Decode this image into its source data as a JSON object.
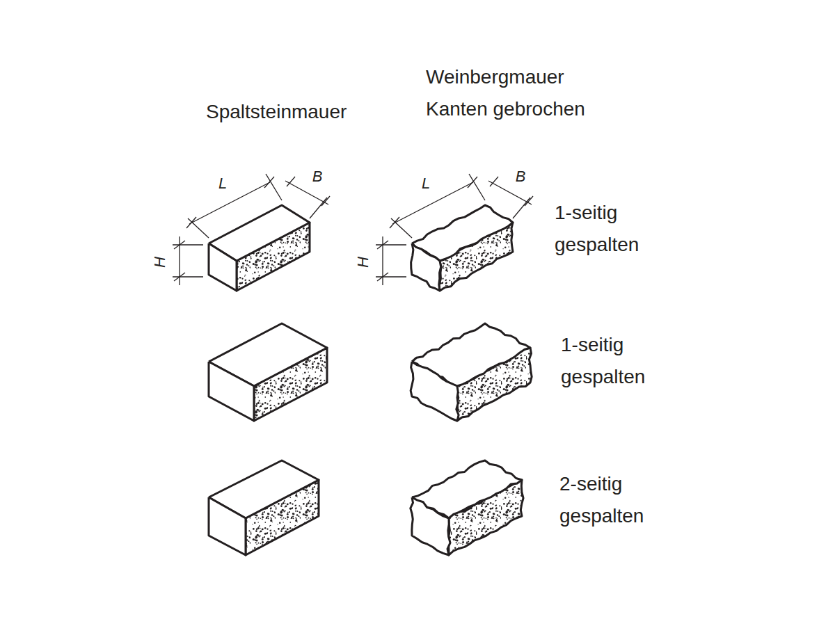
{
  "diagram": {
    "labels": [
      "Spaltsteinmauer",
      "Weinbergmauer Kanten gebrochen",
      "L",
      "B",
      "H",
      "L",
      "B",
      "H",
      "1-seitig gespalten",
      "1-seitig gespalten",
      "2-seitig gespalten"
    ]
  }
}
